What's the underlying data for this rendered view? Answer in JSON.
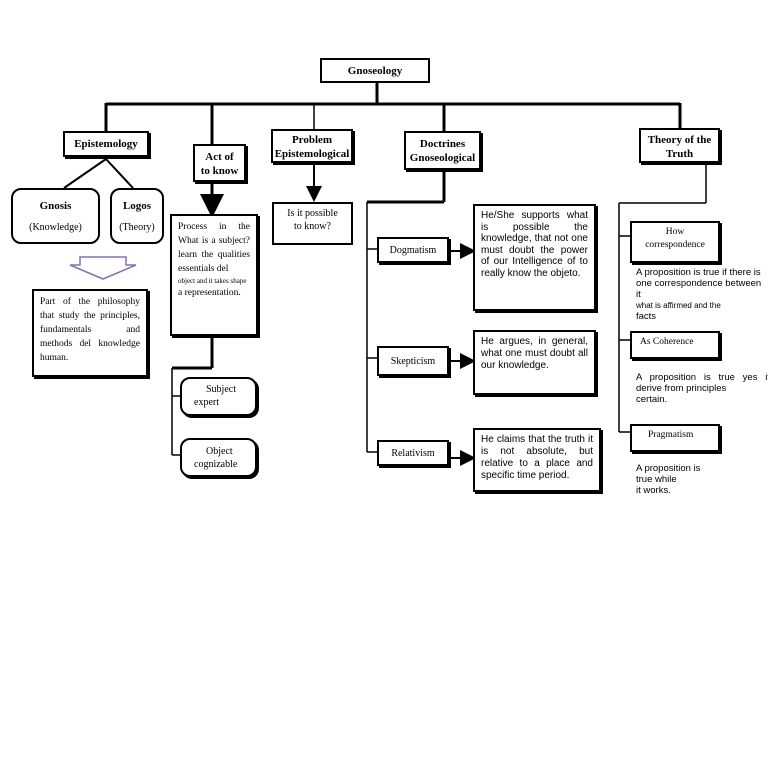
{
  "root": {
    "label": "Gnoseology"
  },
  "epistemology": {
    "label": "Epistemology",
    "gnosis": {
      "label": "Gnosis",
      "sub": "(Knowledge)"
    },
    "logos": {
      "label": "Logos",
      "sub": "(Theory)"
    },
    "definition": "Part of the philosophy that study the principles, fundamentals and methods del knowledge human."
  },
  "act_of_know": {
    "label_line1": "Act of",
    "label_line2": "to know",
    "description_a": "Process in the What is a subject? learn the qualities essentials del",
    "description_b": "object and it takes shape",
    "description_c": "a representation.",
    "subject": {
      "line1": "Subject",
      "line2": "expert"
    },
    "object": {
      "line1": "Object",
      "line2": "cognizable"
    }
  },
  "problem": {
    "label_line1": "Problem",
    "label_line2": "Epistemological",
    "question_line1": "Is it possible",
    "question_line2": "to know?"
  },
  "doctrines": {
    "label_line1": "Doctrines",
    "label_line2": "Gnoseological",
    "items": [
      {
        "name": "Dogmatism",
        "desc": "He/She supports what is possible the knowledge, that not one must doubt the power of our Intelligence of to really know the objeto."
      },
      {
        "name": "Skepticism",
        "desc": "He argues, in general, what one must doubt all our knowledge."
      },
      {
        "name": "Relativism",
        "desc": "He claims that the truth it is not absolute, but relative to a place and specific time period."
      }
    ]
  },
  "truth": {
    "label_line1": "Theory of the",
    "label_line2": "Truth",
    "items": [
      {
        "name_line1": "How",
        "name_line2": "correspondence",
        "desc_a": "A proposition is true if there is one correspondence between it",
        "desc_b": "what is affirmed and the",
        "desc_c": "facts"
      },
      {
        "name_line1": "As Coherence",
        "name_line2": "",
        "desc_a": "A proposition is true yes if derive from principles",
        "desc_b": "certain.",
        "desc_c": ""
      },
      {
        "name_line1": "Pragmatism",
        "name_line2": "",
        "desc_a": "A proposition is true while",
        "desc_b": "it works.",
        "desc_c": ""
      }
    ]
  },
  "colors": {
    "line": "#000000",
    "arrow_outline": "#8a6fb5"
  }
}
